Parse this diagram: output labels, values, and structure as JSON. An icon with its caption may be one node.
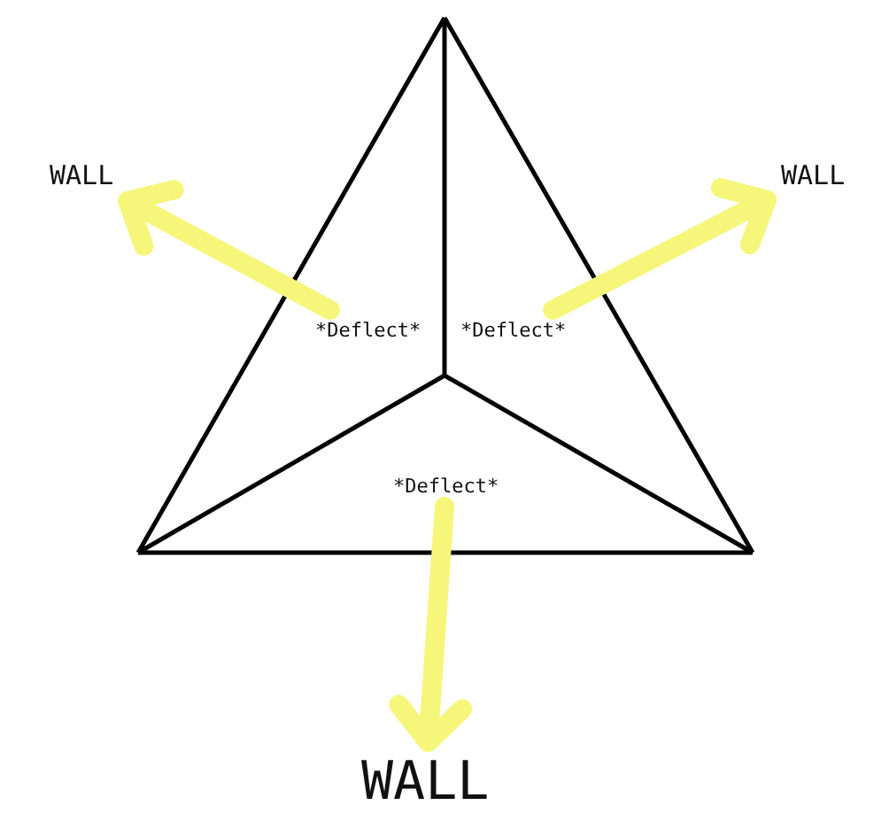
{
  "diagram": {
    "nodes": [
      {
        "text": [
          "WALL"
        ]
      },
      {
        "text": [
          "WALL"
        ]
      },
      {
        "text": [
          "*Deflect*"
        ]
      },
      {
        "text": [
          "*Deflect*"
        ]
      },
      {
        "text": [
          "*Deflect*"
        ]
      },
      {
        "text": [
          "WALL"
        ]
      }
    ],
    "edges": [
      {
        "from": 2,
        "to": 0,
        "arrow": "to"
      },
      {
        "from": 3,
        "to": 1,
        "arrow": "to"
      },
      {
        "from": 4,
        "to": 5,
        "arrow": "to"
      }
    ]
  }
}
